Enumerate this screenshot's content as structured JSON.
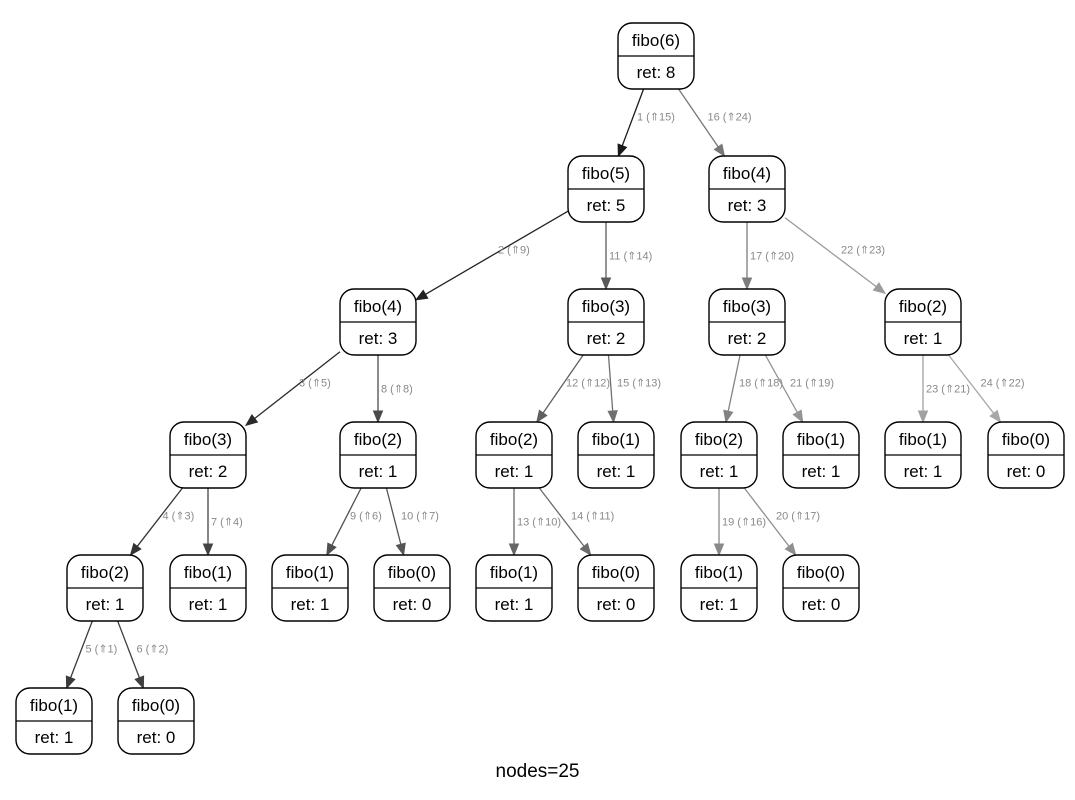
{
  "graph": {
    "nodes": [
      {
        "id": "n0",
        "name": "fibo(6)",
        "ret": "ret: 8"
      },
      {
        "id": "n1",
        "name": "fibo(5)",
        "ret": "ret: 5"
      },
      {
        "id": "n2",
        "name": "fibo(4)",
        "ret": "ret: 3"
      },
      {
        "id": "n3",
        "name": "fibo(3)",
        "ret": "ret: 2"
      },
      {
        "id": "n4",
        "name": "fibo(2)",
        "ret": "ret: 1"
      },
      {
        "id": "n5",
        "name": "fibo(1)",
        "ret": "ret: 1"
      },
      {
        "id": "n6",
        "name": "fibo(0)",
        "ret": "ret: 0"
      },
      {
        "id": "n7",
        "name": "fibo(1)",
        "ret": "ret: 1"
      },
      {
        "id": "n8",
        "name": "fibo(2)",
        "ret": "ret: 1"
      },
      {
        "id": "n9",
        "name": "fibo(1)",
        "ret": "ret: 1"
      },
      {
        "id": "n10",
        "name": "fibo(0)",
        "ret": "ret: 0"
      },
      {
        "id": "n11",
        "name": "fibo(3)",
        "ret": "ret: 2"
      },
      {
        "id": "n12",
        "name": "fibo(2)",
        "ret": "ret: 1"
      },
      {
        "id": "n13",
        "name": "fibo(1)",
        "ret": "ret: 1"
      },
      {
        "id": "n14",
        "name": "fibo(0)",
        "ret": "ret: 0"
      },
      {
        "id": "n15",
        "name": "fibo(1)",
        "ret": "ret: 1"
      },
      {
        "id": "n16",
        "name": "fibo(4)",
        "ret": "ret: 3"
      },
      {
        "id": "n17",
        "name": "fibo(3)",
        "ret": "ret: 2"
      },
      {
        "id": "n18",
        "name": "fibo(2)",
        "ret": "ret: 1"
      },
      {
        "id": "n19",
        "name": "fibo(1)",
        "ret": "ret: 1"
      },
      {
        "id": "n20",
        "name": "fibo(0)",
        "ret": "ret: 0"
      },
      {
        "id": "n21",
        "name": "fibo(1)",
        "ret": "ret: 1"
      },
      {
        "id": "n22",
        "name": "fibo(2)",
        "ret": "ret: 1"
      },
      {
        "id": "n23",
        "name": "fibo(1)",
        "ret": "ret: 1"
      },
      {
        "id": "n24",
        "name": "fibo(0)",
        "ret": "ret: 0"
      }
    ],
    "edges": [
      {
        "from": "n0",
        "to": "n1",
        "label": "1 (⇑15)",
        "color": "#1a1a1a"
      },
      {
        "from": "n1",
        "to": "n2",
        "label": "2 (⇑9)",
        "color": "#222222"
      },
      {
        "from": "n2",
        "to": "n3",
        "label": "3 (⇑5)",
        "color": "#2a2a2a"
      },
      {
        "from": "n3",
        "to": "n4",
        "label": "4 (⇑3)",
        "color": "#333333"
      },
      {
        "from": "n4",
        "to": "n5",
        "label": "5 (⇑1)",
        "color": "#3a3a3a"
      },
      {
        "from": "n4",
        "to": "n6",
        "label": "6 (⇑2)",
        "color": "#404040"
      },
      {
        "from": "n3",
        "to": "n7",
        "label": "7 (⇑4)",
        "color": "#444444"
      },
      {
        "from": "n2",
        "to": "n8",
        "label": "8 (⇑8)",
        "color": "#4a4a4a"
      },
      {
        "from": "n8",
        "to": "n9",
        "label": "9 (⇑6)",
        "color": "#505050"
      },
      {
        "from": "n8",
        "to": "n10",
        "label": "10 (⇑7)",
        "color": "#555555"
      },
      {
        "from": "n1",
        "to": "n11",
        "label": "11 (⇑14)",
        "color": "#5a5a5a"
      },
      {
        "from": "n11",
        "to": "n12",
        "label": "12 (⇑12)",
        "color": "#606060"
      },
      {
        "from": "n12",
        "to": "n13",
        "label": "13 (⇑10)",
        "color": "#666666"
      },
      {
        "from": "n12",
        "to": "n14",
        "label": "14 (⇑11)",
        "color": "#6b6b6b"
      },
      {
        "from": "n11",
        "to": "n15",
        "label": "15 (⇑13)",
        "color": "#707070"
      },
      {
        "from": "n0",
        "to": "n16",
        "label": "16 (⇑24)",
        "color": "#777777"
      },
      {
        "from": "n16",
        "to": "n17",
        "label": "17 (⇑20)",
        "color": "#7d7d7d"
      },
      {
        "from": "n17",
        "to": "n18",
        "label": "18 (⇑18)",
        "color": "#838383"
      },
      {
        "from": "n18",
        "to": "n19",
        "label": "19 (⇑16)",
        "color": "#898989"
      },
      {
        "from": "n18",
        "to": "n20",
        "label": "20 (⇑17)",
        "color": "#8f8f8f"
      },
      {
        "from": "n17",
        "to": "n21",
        "label": "21 (⇑19)",
        "color": "#959595"
      },
      {
        "from": "n16",
        "to": "n22",
        "label": "22 (⇑23)",
        "color": "#9b9b9b"
      },
      {
        "from": "n22",
        "to": "n23",
        "label": "23 (⇑21)",
        "color": "#a1a1a1"
      },
      {
        "from": "n22",
        "to": "n24",
        "label": "24 (⇑22)",
        "color": "#a7a7a7"
      }
    ]
  },
  "caption": "nodes=25"
}
